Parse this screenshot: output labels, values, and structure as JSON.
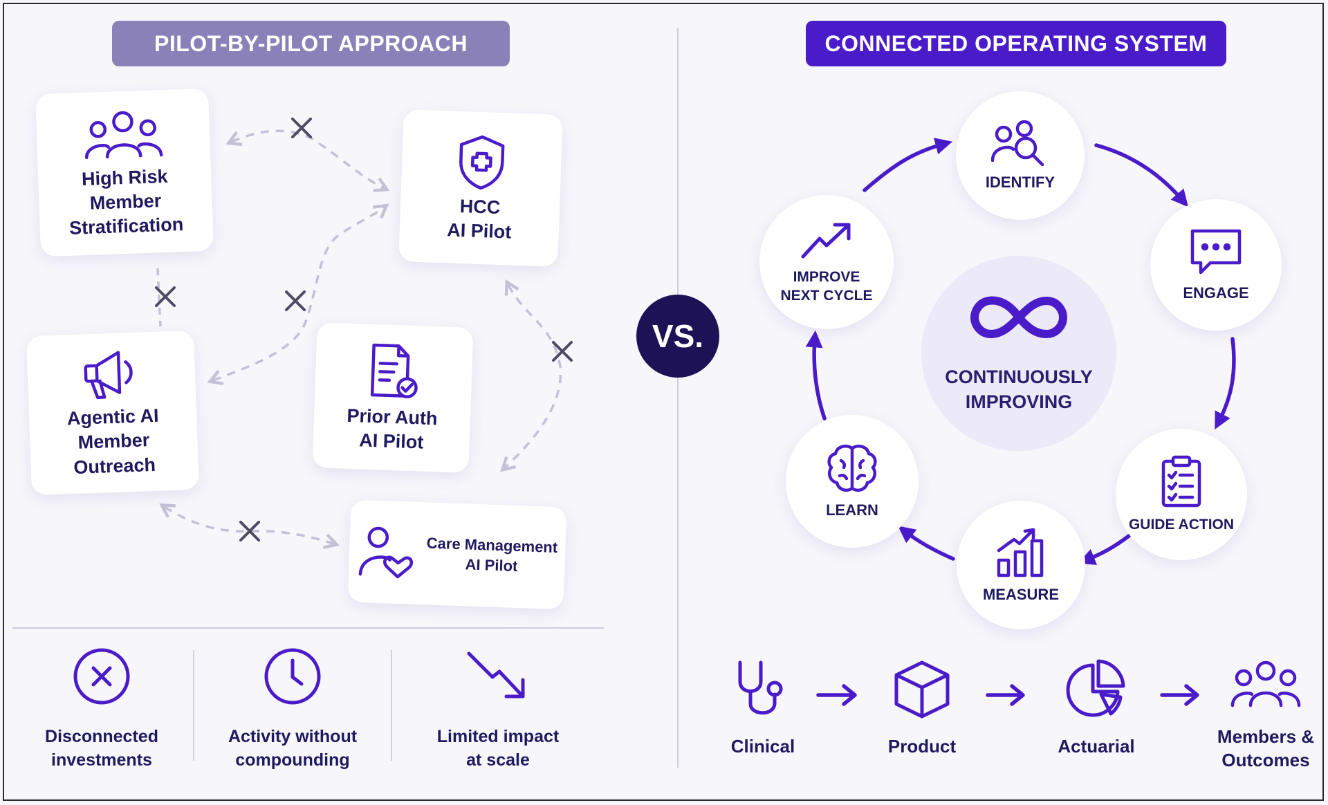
{
  "left": {
    "header": "PILOT-BY-PILOT APPROACH",
    "cards": {
      "high_risk": "High Risk\nMember\nStratification",
      "hcc": "HCC\nAI Pilot",
      "agentic": "Agentic AI\nMember\nOutreach",
      "prior_auth": "Prior Auth\nAI Pilot",
      "care_mgmt": "Care Management\nAI Pilot"
    },
    "bottom": [
      {
        "label": "Disconnected\ninvestments",
        "icon": "x-circle-icon"
      },
      {
        "label": "Activity without\ncompounding",
        "icon": "clock-icon"
      },
      {
        "label": "Limited impact\nat scale",
        "icon": "trend-down-icon"
      }
    ]
  },
  "vs": "VS.",
  "right": {
    "header": "CONNECTED OPERATING SYSTEM",
    "center": "CONTINUOUSLY\nIMPROVING",
    "cycle": {
      "identify": "IDENTIFY",
      "engage": "ENGAGE",
      "guide": "GUIDE ACTION",
      "measure": "MEASURE",
      "learn": "LEARN",
      "improve": "IMPROVE\nNEXT CYCLE"
    },
    "flow": [
      {
        "label": "Clinical",
        "icon": "stethoscope-icon"
      },
      {
        "label": "Product",
        "icon": "cube-icon"
      },
      {
        "label": "Actuarial",
        "icon": "pie-chart-icon"
      },
      {
        "label": "Members &\nOutcomes",
        "icon": "people-icon"
      }
    ]
  },
  "colors": {
    "accent": "#4a1bc9",
    "muted": "#8a81b8",
    "navy": "#1e1257",
    "dashed": "#c4c0d6"
  }
}
